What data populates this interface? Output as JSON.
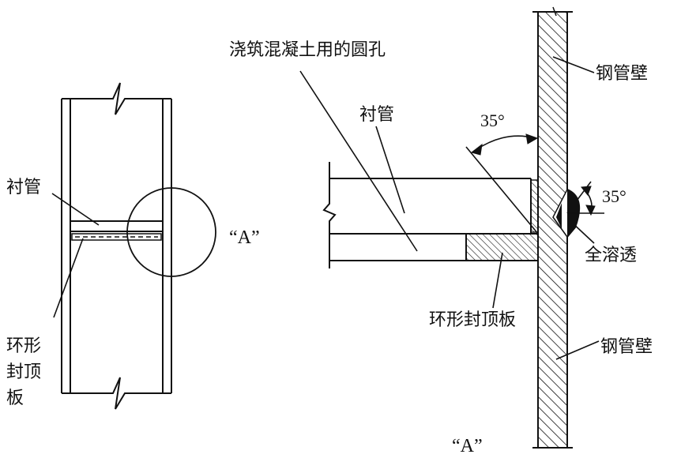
{
  "labels": {
    "left_liner": "衬管",
    "left_ring_line1": "环形",
    "left_ring_line2": "封顶",
    "left_ring_line3": "板",
    "detail_mark": "“A”",
    "pour_hole": "浇筑混凝土用的圆孔",
    "liner": "衬管",
    "angle_top": "35°",
    "angle_right": "35°",
    "wall_top": "钢管壁",
    "full_penetration": "全溶透",
    "ring_plate": "环形封顶板",
    "wall_bottom": "钢管壁",
    "detail_caption": "“A”"
  },
  "colors": {
    "line": "#111111",
    "background": "#ffffff"
  }
}
